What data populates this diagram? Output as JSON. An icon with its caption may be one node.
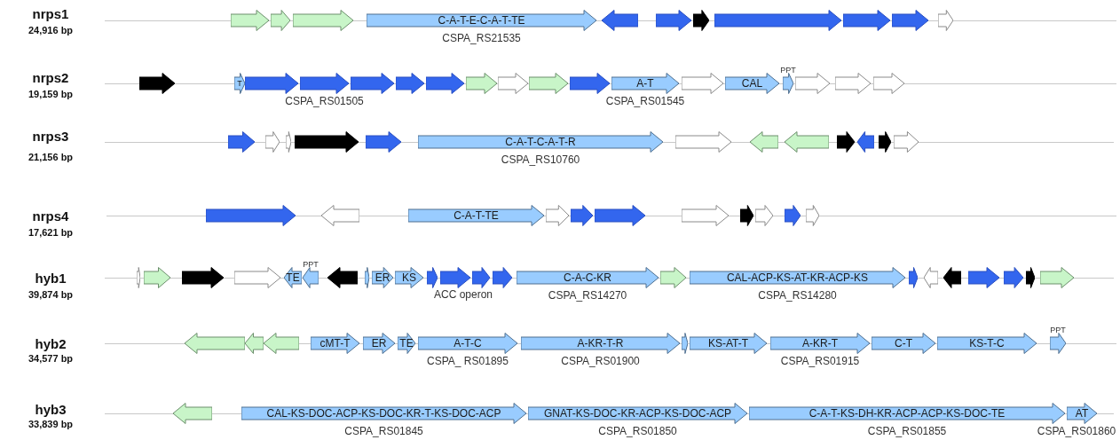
{
  "diagram": {
    "nodes": [
      {
        "text": [],
        "shape": "arrow"
      },
      {
        "text": [],
        "shape": "arrow"
      },
      {
        "text": [],
        "shape": "arrow"
      },
      {
        "text": [
          "C-A-T-E-C-A-T-TE"
        ],
        "beside": [
          "CSPA_RS21535"
        ]
      },
      {
        "text": [],
        "shape": "arrow"
      },
      {
        "text": [],
        "shape": "arrow"
      },
      {
        "text": [],
        "shape": "arrow"
      },
      {
        "text": [],
        "shape": "arrow"
      },
      {
        "text": [],
        "shape": "arrow"
      },
      {
        "text": [],
        "shape": "arrow"
      },
      {
        "text": [],
        "shape": "arrow"
      },
      {
        "text": [],
        "shape": "arrow"
      },
      {
        "text": [
          "T"
        ]
      },
      {
        "text": [],
        "shape": "arrow"
      },
      {
        "text": [],
        "shape": "arrow",
        "beside": [
          "CSPA_RS01505"
        ]
      },
      {
        "text": [],
        "shape": "arrow"
      },
      {
        "text": [],
        "shape": "arrow"
      },
      {
        "text": [],
        "shape": "arrow"
      },
      {
        "text": [],
        "shape": "arrow"
      },
      {
        "text": [],
        "shape": "arrow"
      },
      {
        "text": [],
        "shape": "arrow"
      },
      {
        "text": [],
        "shape": "arrow"
      },
      {
        "text": [
          "A-T"
        ],
        "beside": [
          "CSPA_RS01545"
        ]
      },
      {
        "text": [],
        "shape": "arrow"
      },
      {
        "text": [
          "CAL"
        ]
      },
      {
        "text": [],
        "shape": "arrow",
        "beside": [
          "PPT"
        ]
      },
      {
        "text": [],
        "shape": "arrow"
      },
      {
        "text": [],
        "shape": "arrow"
      },
      {
        "text": [],
        "shape": "arrow"
      },
      {
        "text": [],
        "shape": "arrow"
      },
      {
        "text": [],
        "shape": "arrow"
      },
      {
        "text": [],
        "shape": "arrow"
      },
      {
        "text": [],
        "shape": "arrow"
      },
      {
        "text": [],
        "shape": "arrow"
      },
      {
        "text": [
          "C-A-T-C-A-T-R"
        ],
        "beside": [
          "CSPA_RS10760"
        ]
      },
      {
        "text": [],
        "shape": "arrow"
      },
      {
        "text": [],
        "shape": "arrow"
      },
      {
        "text": [],
        "shape": "arrow"
      },
      {
        "text": [],
        "shape": "arrow"
      },
      {
        "text": [],
        "shape": "arrow"
      },
      {
        "text": [],
        "shape": "arrow"
      },
      {
        "text": [],
        "shape": "arrow"
      },
      {
        "text": [],
        "shape": "arrow"
      },
      {
        "text": [],
        "shape": "arrow"
      },
      {
        "text": [
          "C-A-T-TE"
        ]
      },
      {
        "text": [],
        "shape": "arrow"
      },
      {
        "text": [],
        "shape": "arrow"
      },
      {
        "text": [],
        "shape": "arrow"
      },
      {
        "text": [],
        "shape": "arrow"
      },
      {
        "text": [],
        "shape": "arrow"
      },
      {
        "text": [],
        "shape": "arrow"
      },
      {
        "text": [],
        "shape": "arrow"
      },
      {
        "text": [],
        "shape": "arrow"
      },
      {
        "text": [],
        "shape": "arrow"
      },
      {
        "text": [],
        "shape": "arrow"
      },
      {
        "text": [],
        "shape": "arrow"
      },
      {
        "text": [],
        "shape": "arrow"
      },
      {
        "text": [
          "TE"
        ]
      },
      {
        "text": [],
        "shape": "arrow",
        "beside": [
          "PPT"
        ]
      },
      {
        "text": [],
        "shape": "arrow"
      },
      {
        "text": [],
        "shape": "arrow"
      },
      {
        "text": [
          "ER"
        ]
      },
      {
        "text": [
          "KS"
        ]
      },
      {
        "text": [],
        "shape": "arrow"
      },
      {
        "text": [],
        "shape": "arrow"
      },
      {
        "text": [],
        "shape": "arrow"
      },
      {
        "text": [],
        "shape": "arrow"
      },
      {
        "text": [
          "C-A-C-KR"
        ],
        "beside": [
          "CSPA_RS14270"
        ]
      },
      {
        "text": [],
        "shape": "arrow"
      },
      {
        "text": [
          "CAL-ACP-KS-AT-KR-ACP-KS"
        ],
        "beside": [
          "CSPA_RS14280"
        ]
      },
      {
        "text": [],
        "shape": "arrow"
      },
      {
        "text": [],
        "shape": "arrow"
      },
      {
        "text": [],
        "shape": "arrow"
      },
      {
        "text": [],
        "shape": "arrow"
      },
      {
        "text": [],
        "shape": "arrow"
      },
      {
        "text": [],
        "shape": "arrow"
      },
      {
        "text": [],
        "shape": "arrow"
      },
      {
        "text": [],
        "shape": "arrow"
      },
      {
        "text": [],
        "shape": "arrow"
      },
      {
        "text": [],
        "shape": "arrow"
      },
      {
        "text": [
          "cMT-T"
        ]
      },
      {
        "text": [
          "ER"
        ]
      },
      {
        "text": [
          "TE"
        ]
      },
      {
        "text": [
          "A-T-C"
        ],
        "beside": [
          "CSPA_ RS01895"
        ]
      },
      {
        "text": [
          "A-KR-T-R"
        ],
        "beside": [
          "CSPA_RS01900"
        ]
      },
      {
        "text": [],
        "shape": "arrow"
      },
      {
        "text": [
          "KS-AT-T"
        ]
      },
      {
        "text": [
          "A-KR-T"
        ],
        "beside": [
          "CSPA_RS01915"
        ]
      },
      {
        "text": [
          "C-T"
        ]
      },
      {
        "text": [
          "KS-T-C"
        ]
      },
      {
        "text": [],
        "shape": "arrow",
        "beside": [
          "PPT"
        ]
      },
      {
        "text": [],
        "shape": "arrow"
      },
      {
        "text": [
          "CAL-KS-DOC-ACP-KS-DOC-KR-T-KS-DOC-ACP"
        ],
        "beside": [
          "CSPA_RS01845"
        ]
      },
      {
        "text": [
          "GNAT-KS-DOC-KR-ACP-KS-DOC-ACP"
        ],
        "beside": [
          "CSPA_RS01850"
        ]
      },
      {
        "text": [
          "C-A-T-KS-DH-KR-ACP-ACP-KS-DOC-TE"
        ],
        "beside": [
          "CSPA_RS01855"
        ]
      },
      {
        "text": [
          "AT"
        ],
        "beside": [
          "CSPA_RS01860"
        ]
      }
    ],
    "labels": [
      "nrps1",
      "24,916 bp",
      "nrps2",
      "19,159 bp",
      "nrps3",
      "21,156 bp",
      "nrps4",
      "17,621 bp",
      "hyb1",
      "39,874 bp",
      "ACC operon",
      "hyb2",
      "34,577 bp",
      "hyb3",
      "33,839 bp"
    ]
  }
}
